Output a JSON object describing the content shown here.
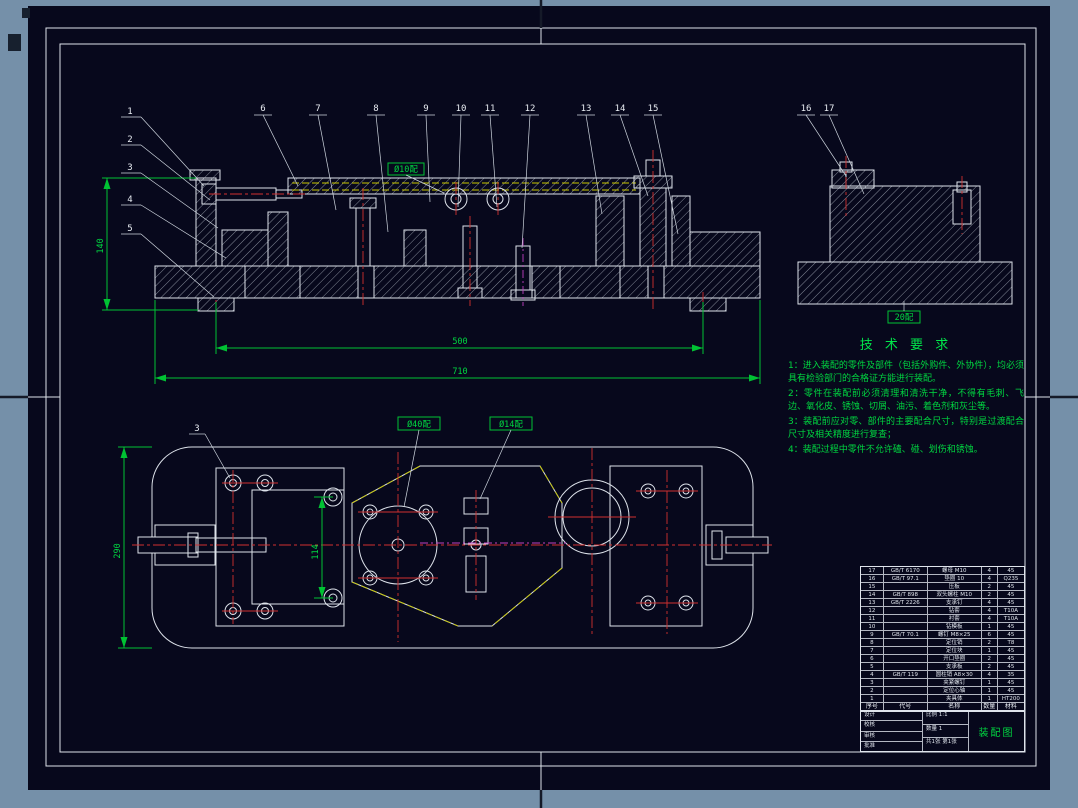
{
  "colors": {
    "background": "#7590a9",
    "sheet": "#07081c",
    "line": "#dde2ea",
    "dimension": "#00c233",
    "centerline": "#d23030",
    "hidden": "#c8c800"
  },
  "balloons": [
    "1",
    "2",
    "3",
    "4",
    "5",
    "6",
    "7",
    "8",
    "9",
    "10",
    "11",
    "12",
    "13",
    "14",
    "15",
    "16",
    "17"
  ],
  "dims": {
    "base_span": "500",
    "overall": "710",
    "height": "140",
    "plan_height": "290",
    "hole_span": "114",
    "fit_a": "Ø10配",
    "fit_b": "Ø40配",
    "fit_c": "Ø14配",
    "fit_d": "20配"
  },
  "notes": {
    "title": "技 术 要 求",
    "items": [
      "1：进入装配的零件及部件（包括外购件、外协件），均必须具有检验部门的合格证方能进行装配。",
      "2：零件在装配前必须清理和清洗干净，不得有毛刺、飞边、氧化皮、锈蚀、切屑、油污、着色剂和灰尘等。",
      "3：装配前应对零、部件的主要配合尺寸，特别是过渡配合尺寸及相关精度进行复查；",
      "4：装配过程中零件不允许磕、碰、划伤和锈蚀。"
    ]
  },
  "bom": {
    "headers": [
      "序号",
      "代号",
      "名称",
      "数量",
      "材料"
    ],
    "rows": [
      [
        "17",
        "GB/T 6170",
        "螺母 M10",
        "4",
        "45"
      ],
      [
        "16",
        "GB/T 97.1",
        "垫圈 10",
        "4",
        "Q235"
      ],
      [
        "15",
        "",
        "压板",
        "2",
        "45"
      ],
      [
        "14",
        "GB/T 898",
        "双头螺柱 M10",
        "2",
        "45"
      ],
      [
        "13",
        "GB/T 2226",
        "支承钉",
        "4",
        "45"
      ],
      [
        "12",
        "",
        "钻套",
        "4",
        "T10A"
      ],
      [
        "11",
        "",
        "衬套",
        "4",
        "T10A"
      ],
      [
        "10",
        "",
        "钻模板",
        "1",
        "45"
      ],
      [
        "9",
        "GB/T 70.1",
        "螺钉 M8×25",
        "6",
        "45"
      ],
      [
        "8",
        "",
        "定位销",
        "2",
        "T8"
      ],
      [
        "7",
        "",
        "定位块",
        "1",
        "45"
      ],
      [
        "6",
        "",
        "开口垫圈",
        "2",
        "45"
      ],
      [
        "5",
        "",
        "支承板",
        "2",
        "45"
      ],
      [
        "4",
        "GB/T 119",
        "圆柱销 A8×30",
        "4",
        "35"
      ],
      [
        "3",
        "",
        "夹紧螺钉",
        "1",
        "45"
      ],
      [
        "2",
        "",
        "定位心轴",
        "1",
        "45"
      ],
      [
        "1",
        "",
        "夹具体",
        "1",
        "HT200"
      ]
    ]
  },
  "title_block": {
    "rows": [
      "设计",
      "校核",
      "审核",
      "批准"
    ],
    "scale": "比例 1:1",
    "qty": "数量 1",
    "sheet": "共1张 第1张",
    "title": "装配图"
  }
}
